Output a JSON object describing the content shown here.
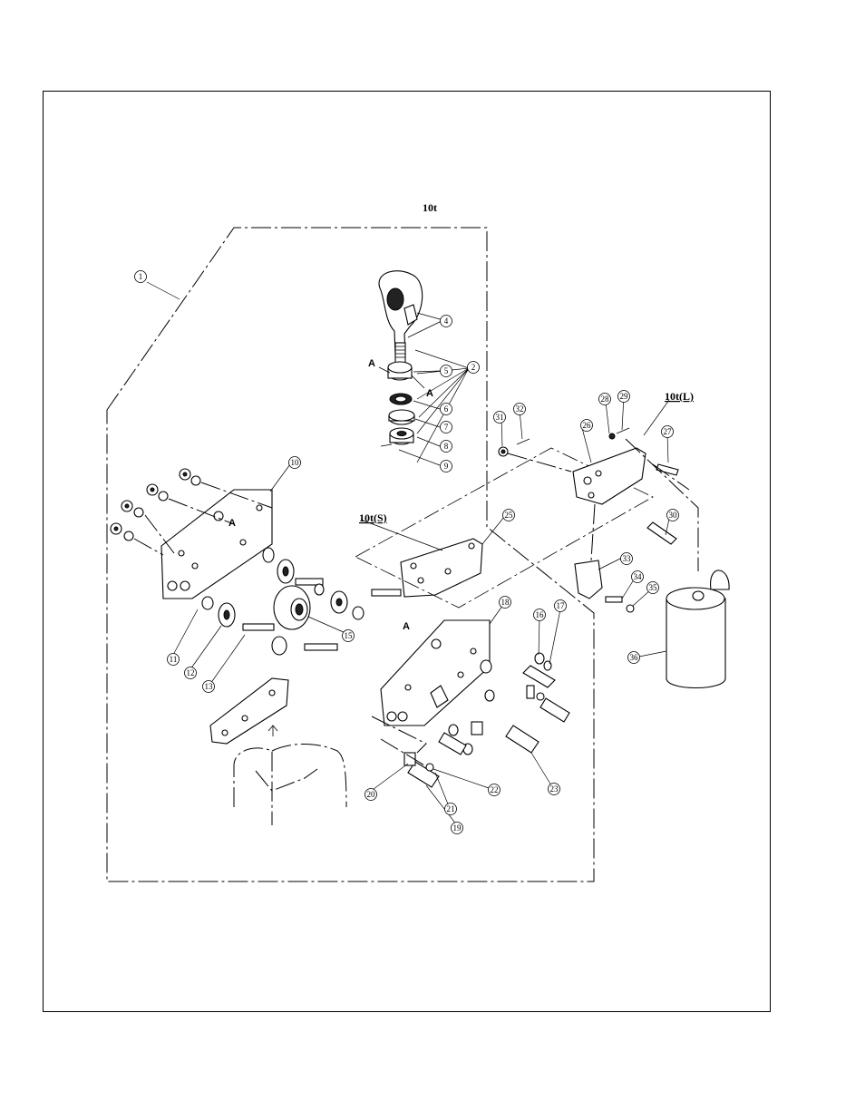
{
  "diagram": {
    "title": "10t",
    "variant_short": "10t(S)",
    "variant_long": "10t(L)",
    "marker": "A",
    "callouts": [
      "1",
      "2",
      "4",
      "5",
      "6",
      "7",
      "8",
      "9",
      "10",
      "11",
      "12",
      "13",
      "15",
      "16",
      "17",
      "18",
      "19",
      "20",
      "21",
      "22",
      "23",
      "25",
      "26",
      "27",
      "28",
      "29",
      "30",
      "31",
      "32",
      "33",
      "34",
      "35",
      "36"
    ]
  }
}
